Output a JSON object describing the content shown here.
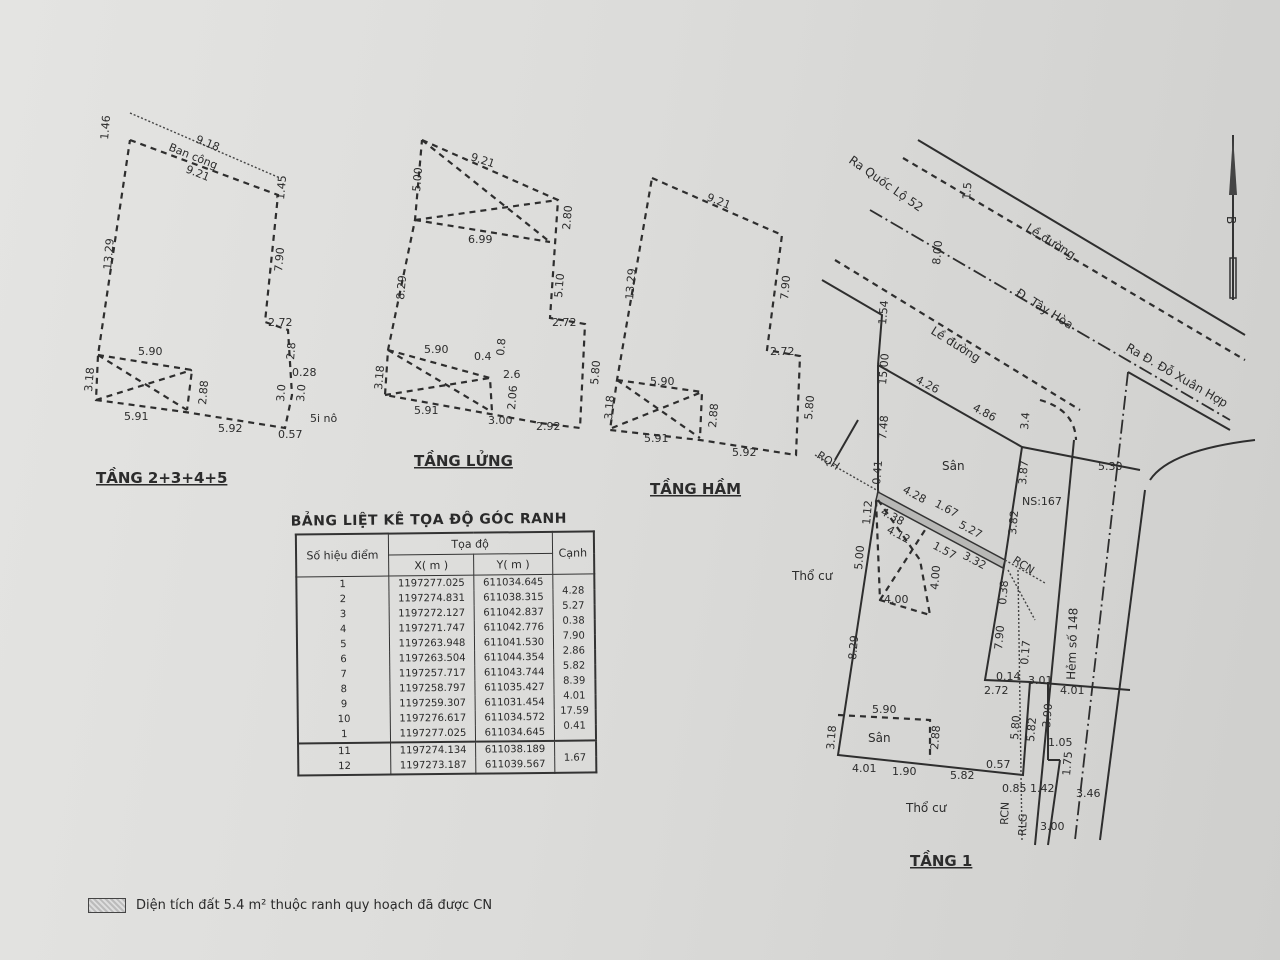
{
  "plans": {
    "floor_2_5": {
      "title": "TẦNG 2+3+4+5",
      "balcony": "Ban công",
      "dims": [
        "1.46",
        "9.18",
        "9.21",
        "1.45",
        "13.29",
        "7.90",
        "2.72",
        "2.8",
        "0.28",
        "3.0",
        "3.0",
        "5.90",
        "3.18",
        "2.88",
        "5.91",
        "5.92",
        "0.57",
        "5i nô"
      ]
    },
    "mezzanine": {
      "title": "TẦNG LỬNG",
      "dims": [
        "5.00",
        "9.21",
        "2.80",
        "6.99",
        "5.10",
        "8.29",
        "2.72",
        "5.80",
        "5.90",
        "0.4",
        "0.8",
        "2.6",
        "3.18",
        "2.06",
        "5.91",
        "3.00",
        "2.92"
      ]
    },
    "basement": {
      "title": "TẦNG HẦM",
      "dims": [
        "9.21",
        "13.29",
        "7.90",
        "2.72",
        "5.80",
        "5.90",
        "3.18",
        "2.88",
        "5.91",
        "5.92"
      ]
    },
    "floor_1": {
      "title": "TẦNG 1",
      "roads": [
        "Ra Quốc Lộ 52",
        "Lề đường",
        "Đ. Tây Hòa",
        "Ra Đ. Đỗ Xuân Hợp",
        "Lề đường",
        "Hẻm số 148"
      ],
      "labels": [
        "Sân",
        "NS:167",
        "Thổ cư",
        "Sân",
        "Thổ cư",
        "RQH",
        "RCN",
        "RCN",
        "RLG"
      ],
      "dims": [
        "1.5",
        "8.00",
        "1.54",
        "15.00",
        "4.26",
        "4.86",
        "3.4",
        "5.30",
        "7.48",
        "0.41",
        "3.87",
        "1.12",
        "4.28",
        "1.67",
        "5.27",
        "4.38",
        "4.12",
        "1.57",
        "3.32",
        "3.82",
        "5.00",
        "4.00",
        "4.00",
        "0.38",
        "7.90",
        "0.17",
        "8.29",
        "0.14",
        "3.01",
        "2.72",
        "4.01",
        "5.90",
        "3.90",
        "3.18",
        "2.88",
        "5.80",
        "5.82",
        "1.05",
        "1.75",
        "4.01",
        "1.90",
        "5.82",
        "0.57",
        "0.85",
        "1.42",
        "3.46",
        "3.00"
      ]
    }
  },
  "table": {
    "title": "BẢNG LIỆT KÊ TỌA ĐỘ GÓC RANH",
    "headers": {
      "point": "Số hiệu điểm",
      "coord": "Tọa độ",
      "x": "X( m )",
      "y": "Y( m )",
      "edge": "Cạnh"
    },
    "rows": [
      {
        "id": "1",
        "x": "1197277.025",
        "y": "611034.645",
        "edge": "4.28"
      },
      {
        "id": "2",
        "x": "1197274.831",
        "y": "611038.315",
        "edge": "5.27"
      },
      {
        "id": "3",
        "x": "1197272.127",
        "y": "611042.837",
        "edge": "0.38"
      },
      {
        "id": "4",
        "x": "1197271.747",
        "y": "611042.776",
        "edge": "7.90"
      },
      {
        "id": "5",
        "x": "1197263.948",
        "y": "611041.530",
        "edge": "2.86"
      },
      {
        "id": "6",
        "x": "1197263.504",
        "y": "611044.354",
        "edge": "5.82"
      },
      {
        "id": "7",
        "x": "1197257.717",
        "y": "611043.744",
        "edge": "8.39"
      },
      {
        "id": "8",
        "x": "1197258.797",
        "y": "611035.427",
        "edge": "4.01"
      },
      {
        "id": "9",
        "x": "1197259.307",
        "y": "611031.454",
        "edge": "17.59"
      },
      {
        "id": "10",
        "x": "1197276.617",
        "y": "611034.572",
        "edge": "0.41"
      },
      {
        "id": "1",
        "x": "1197277.025",
        "y": "611034.645",
        "edge": ""
      },
      {
        "id": "11",
        "x": "1197274.134",
        "y": "611038.189",
        "edge": "1.67"
      },
      {
        "id": "12",
        "x": "1197273.187",
        "y": "611039.567",
        "edge": ""
      }
    ]
  },
  "legend": {
    "text": "Diện tích đất 5.4 m² thuộc ranh quy hoạch đã được CN"
  },
  "north_arrow": {
    "label": "B"
  }
}
